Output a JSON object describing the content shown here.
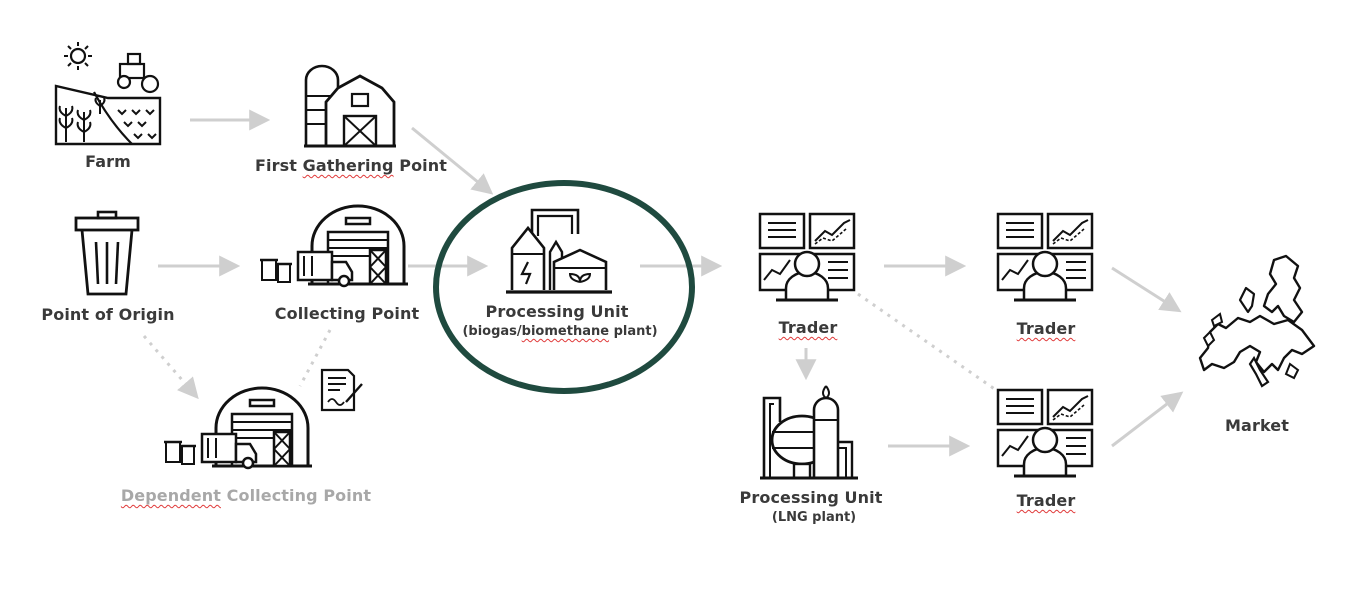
{
  "nodes": {
    "farm": {
      "label": "Farm"
    },
    "first_gathering": {
      "label_a": "First ",
      "label_b": "Gathering",
      "label_c": " Point"
    },
    "point_of_origin": {
      "label": "Point of Origin"
    },
    "collecting_point": {
      "label": "Collecting Point"
    },
    "dependent_collecting": {
      "label_a": "Dependent",
      "label_b": " Collecting Point"
    },
    "processing_biogas": {
      "label": "Processing Unit",
      "sub_a": "(biogas/",
      "sub_b": "biomethane",
      "sub_c": " plant)"
    },
    "trader_1": {
      "label": "Trader"
    },
    "trader_2": {
      "label": "Trader"
    },
    "trader_3": {
      "label": "Trader"
    },
    "processing_lng": {
      "label": "Processing Unit",
      "sub": "(LNG plant)"
    },
    "market": {
      "label": "Market"
    }
  },
  "colors": {
    "arrow": "#cfcfcf",
    "highlight_ring": "#1f4a3f",
    "icon_stroke": "#111111",
    "muted_text": "#a8a8a8",
    "label_text": "#3a3a3a"
  },
  "icons": {
    "farm": "farm-icon",
    "barn": "barn-silo-icon",
    "trash": "trash-bin-icon",
    "warehouse": "warehouse-icon",
    "document": "signed-document-icon",
    "plant": "biogas-plant-icon",
    "trader": "trader-monitors-icon",
    "lng": "lng-plant-icon",
    "map": "europe-map-icon"
  }
}
